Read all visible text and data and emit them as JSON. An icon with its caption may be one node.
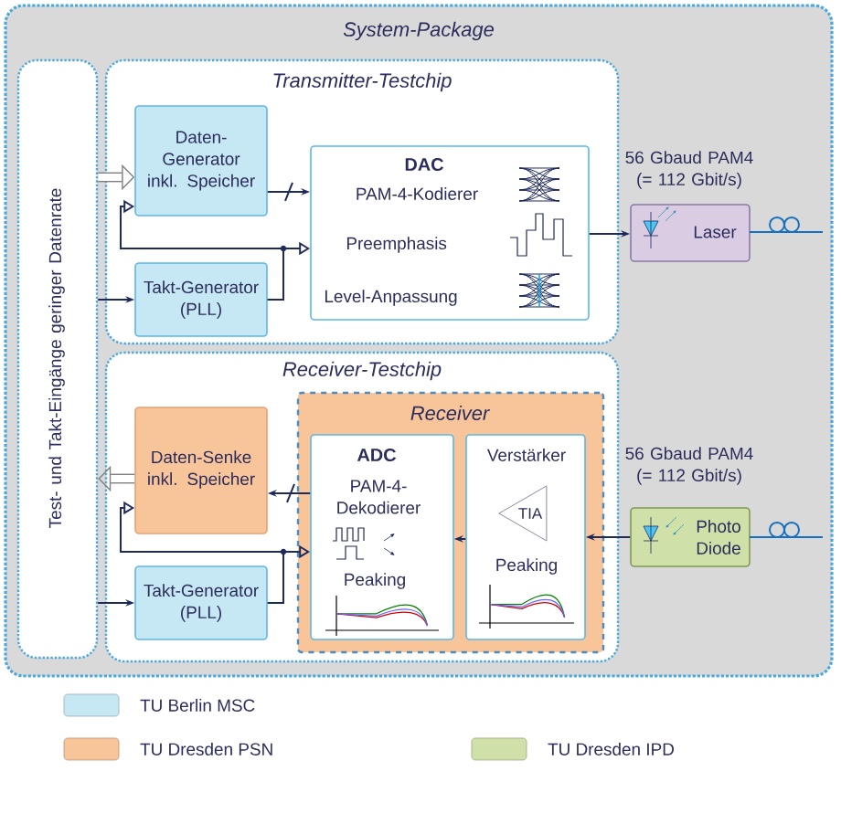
{
  "diagram": {
    "nodes": [
      {
        "text": [
          "System-Package"
        ]
      },
      {
        "text": [
          "Test- und Takt-Eingänge geringer Datenrate"
        ],
        "in": 0
      },
      {
        "text": [
          "Transmitter-Testchip"
        ],
        "in": 0
      },
      {
        "text": [
          "Daten-Generator inkl. Speicher"
        ],
        "in": 2
      },
      {
        "text": [
          "Takt-Generator (PLL)"
        ],
        "in": 2
      },
      {
        "text": [
          "DAC",
          "PAM-4-Kodierer",
          "Preemphasis",
          "Level-Anpassung"
        ],
        "in": 2
      },
      {
        "text": [
          "Laser"
        ],
        "beside": [
          "56 Gbaud PAM4 (= 112 Gbit/s)"
        ],
        "in": 0
      },
      {
        "text": [
          "Receiver-Testchip"
        ],
        "in": 0
      },
      {
        "text": [
          "Daten-Senke inkl. Speicher"
        ],
        "in": 7
      },
      {
        "text": [
          "Takt-Generator (PLL)"
        ],
        "in": 7
      },
      {
        "text": [
          "Receiver"
        ],
        "in": 7
      },
      {
        "text": [
          "ADC",
          "PAM-4-Dekodierer",
          "Peaking"
        ],
        "in": 10
      },
      {
        "text": [
          "Verstärker",
          "Peaking"
        ],
        "in": 10
      },
      {
        "text": [
          "TIA"
        ],
        "in": 12
      },
      {
        "text": [
          "Photo Diode"
        ],
        "beside": [
          "56 Gbaud PAM4 (= 112 Gbit/s)"
        ],
        "in": 0
      }
    ],
    "edges": [
      {
        "from": 1,
        "to": 3,
        "arrow": "to",
        "style": "thick",
        "color": "#808080"
      },
      {
        "from": 1,
        "to": 4,
        "arrow": "to"
      },
      {
        "from": 3,
        "to": 5,
        "arrow": "to"
      },
      {
        "from": 4,
        "to": 5,
        "arrow": "to"
      },
      {
        "from": 4,
        "to": 3,
        "arrow": "to"
      },
      {
        "from": 5,
        "to": 6,
        "arrow": "to"
      },
      {
        "from": 8,
        "to": 1,
        "arrow": "to",
        "style": "thick",
        "color": "#808080"
      },
      {
        "from": 1,
        "to": 9,
        "arrow": "to"
      },
      {
        "from": 9,
        "to": 11,
        "arrow": "to"
      },
      {
        "from": 9,
        "to": 8,
        "arrow": "to"
      },
      {
        "from": 11,
        "to": 8,
        "arrow": "to"
      },
      {
        "from": 12,
        "to": 11,
        "arrow": "to"
      },
      {
        "from": 14,
        "to": 12,
        "arrow": "to"
      }
    ],
    "legend": [
      {
        "text": "TU Berlin MSC",
        "color": "#c6e7f4"
      },
      {
        "text": "TU Dresden PSN",
        "color": "#f8c49a"
      },
      {
        "text": "TU Dresden IPD",
        "color": "#cfe0a9"
      }
    ]
  }
}
